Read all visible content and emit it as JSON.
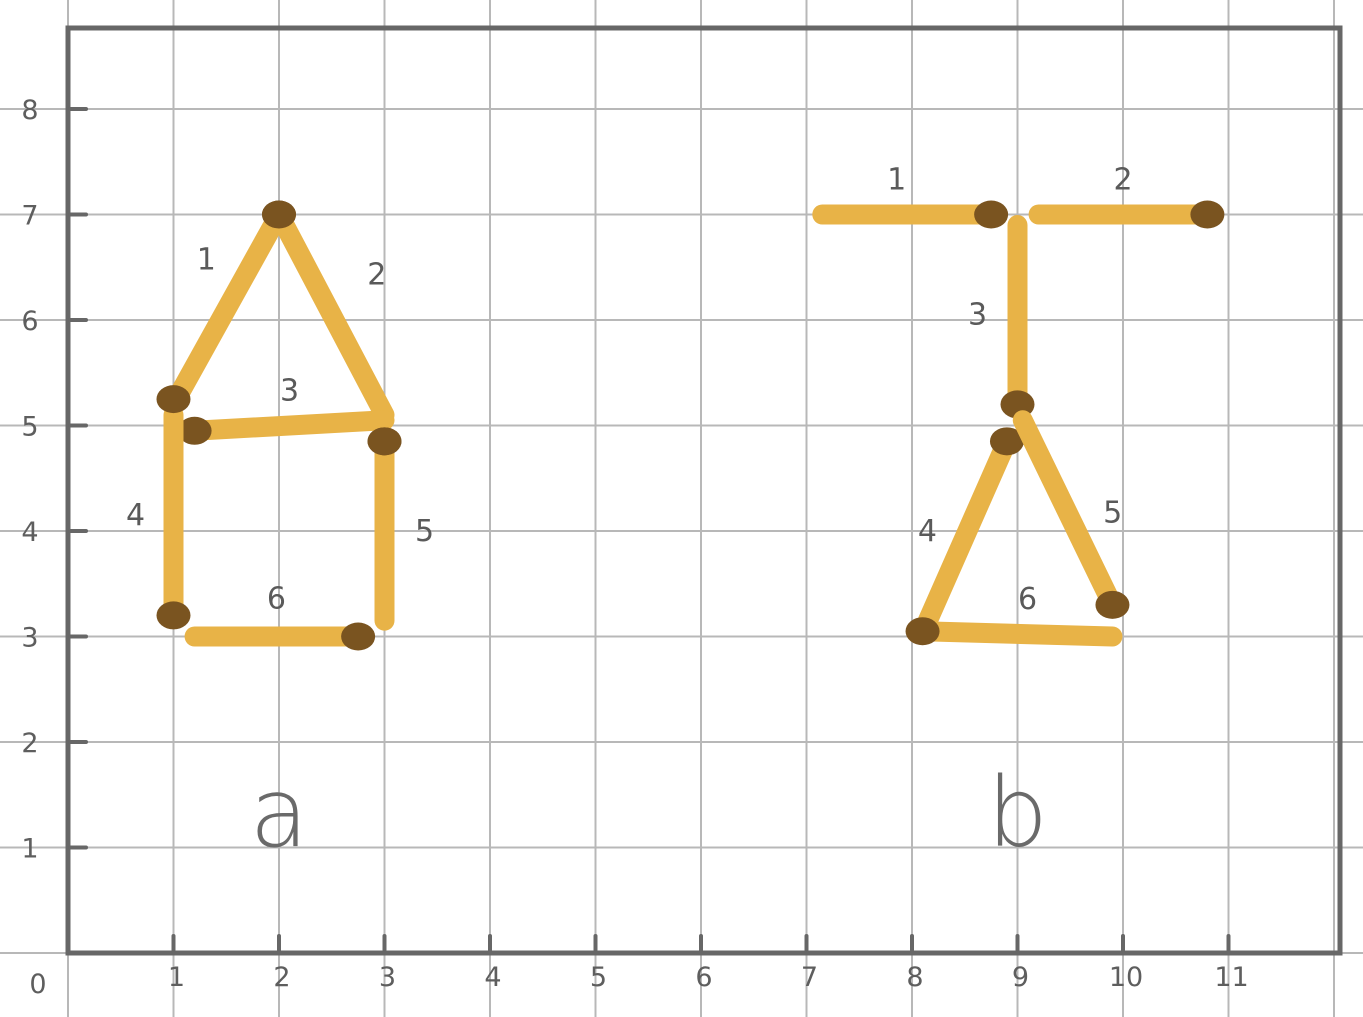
{
  "axes": {
    "x_ticks": [
      "1",
      "2",
      "3",
      "4",
      "5",
      "6",
      "7",
      "8",
      "9",
      "10",
      "11"
    ],
    "y_ticks": [
      "1",
      "2",
      "3",
      "4",
      "5",
      "6",
      "7",
      "8"
    ],
    "origin": "0"
  },
  "figures": [
    {
      "label": "a",
      "sticks": [
        {
          "label": "1",
          "from": [
            1,
            5.2
          ],
          "to": [
            2,
            7
          ],
          "head": "to"
        },
        {
          "label": "2",
          "from": [
            2,
            7
          ],
          "to": [
            3,
            5.1
          ],
          "head": "from"
        },
        {
          "label": "3",
          "from": [
            1.2,
            4.95
          ],
          "to": [
            3,
            5.05
          ],
          "head": "from"
        },
        {
          "label": "4",
          "from": [
            1,
            5.1
          ],
          "to": [
            1,
            3.2
          ],
          "head": "to"
        },
        {
          "label": "5",
          "from": [
            3,
            4.85
          ],
          "to": [
            3,
            3.15
          ],
          "head": "from"
        },
        {
          "label": "6",
          "from": [
            1.2,
            3
          ],
          "to": [
            2.75,
            3
          ],
          "head": "to"
        }
      ],
      "extra_heads": [
        [
          1,
          5.25
        ],
        [
          3,
          4.85
        ]
      ]
    },
    {
      "label": "b",
      "sticks": [
        {
          "label": "1",
          "from": [
            7.15,
            7
          ],
          "to": [
            8.75,
            7
          ],
          "head": "to"
        },
        {
          "label": "2",
          "from": [
            9.2,
            7
          ],
          "to": [
            10.8,
            7
          ],
          "head": "to"
        },
        {
          "label": "3",
          "from": [
            9,
            6.9
          ],
          "to": [
            9,
            5.2
          ],
          "head": "to"
        },
        {
          "label": "4",
          "from": [
            8.15,
            3.15
          ],
          "to": [
            8.9,
            4.85
          ],
          "head": "to"
        },
        {
          "label": "5",
          "from": [
            9.05,
            5.05
          ],
          "to": [
            9.9,
            3.3
          ],
          "head": "to"
        },
        {
          "label": "6",
          "from": [
            8.1,
            3.05
          ],
          "to": [
            9.9,
            3
          ],
          "head": "from"
        }
      ],
      "extra_heads": []
    }
  ],
  "colors": {
    "stick": "#e8b347",
    "match_head": "#7a5420",
    "grid": "#b8b8b8",
    "frame": "#676767"
  }
}
